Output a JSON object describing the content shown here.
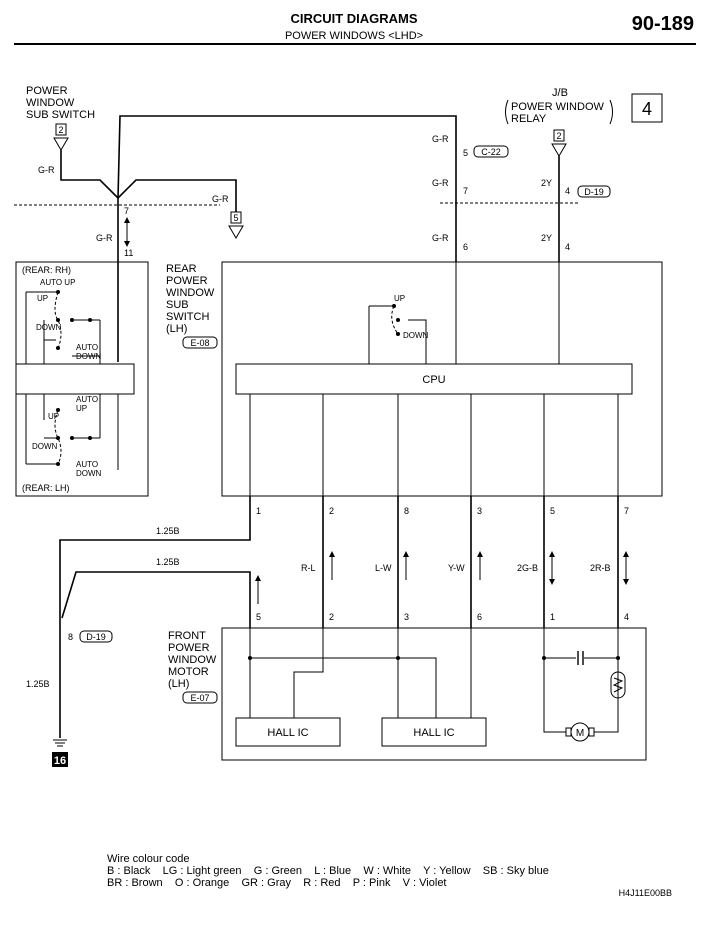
{
  "header": {
    "title": "CIRCUIT DIAGRAMS",
    "subtitle": "POWER WINDOWS <LHD>",
    "page_number": "90-189"
  },
  "section_marker": "4",
  "components": {
    "power_window_sub_switch": {
      "name_lines": [
        "POWER",
        "WINDOW",
        "SUB SWITCH"
      ],
      "connector_box": "2",
      "wire": "G-R"
    },
    "jb": {
      "name": "J/B",
      "relay_lines": [
        "POWER WINDOW",
        "RELAY"
      ],
      "connector_box": "2"
    },
    "ground_connector": {
      "box": "5",
      "wire": "G-R"
    },
    "rear_sub_switch": {
      "name_lines": [
        "REAR",
        "POWER",
        "WINDOW",
        "SUB",
        "SWITCH",
        "(LH)"
      ],
      "connector": "E-08",
      "cpu": "CPU",
      "up": "UP",
      "down": "DOWN"
    },
    "rear_switch_panel": {
      "rh_label": "(REAR: RH)",
      "lh_label": "(REAR: LH)",
      "auto_up": "AUTO UP",
      "up": "UP",
      "down": "DOWN",
      "auto_down_1": "AUTO",
      "auto_down_2": "DOWN",
      "auto_up_1": "AUTO",
      "auto_up_2": "UP"
    },
    "front_motor": {
      "name_lines": [
        "FRONT",
        "POWER",
        "WINDOW",
        "MOTOR",
        "(LH)"
      ],
      "connector": "E-07",
      "hall_ic_1": "HALL IC",
      "hall_ic_2": "HALL IC"
    },
    "ground": {
      "label": "16"
    }
  },
  "wires": {
    "gr_left": "G-R",
    "gr_sub": "G-R",
    "gr_col_1": "G-R",
    "gr_col_2": "G-R",
    "gr_col_3": "G-R",
    "y_1": "2Y",
    "y_2": "2Y",
    "b_1": "1.25B",
    "b_2": "1.25B",
    "b_3": "1.25B",
    "rl": "R-L",
    "lw": "L-W",
    "yw": "Y-W",
    "gb": "2G-B",
    "rb": "2R-B"
  },
  "connectors": {
    "c22": "C-22",
    "d19a": "D-19",
    "d19b": "D-19"
  },
  "pins": {
    "p7_left": "7",
    "p11_left": "11",
    "p5_top": "5",
    "p7_top": "7",
    "p6_top": "6",
    "p4_y": "4",
    "p4_y2": "4",
    "cpu_1": "1",
    "cpu_2": "2",
    "cpu_8": "8",
    "cpu_3": "3",
    "cpu_5": "5",
    "cpu_7": "7",
    "mot_5": "5",
    "mot_2": "2",
    "mot_3": "3",
    "mot_6": "6",
    "mot_1": "1",
    "mot_4": "4",
    "gnd_8": "8"
  },
  "legend": {
    "title": "Wire colour code",
    "line1": "B : Black    LG : Light green    G : Green    L : Blue    W : White    Y : Yellow    SB : Sky blue",
    "line2": "BR : Brown    O : Orange    GR : Gray    R : Red    P : Pink    V : Violet"
  },
  "figure_code": "H4J11E00BB"
}
